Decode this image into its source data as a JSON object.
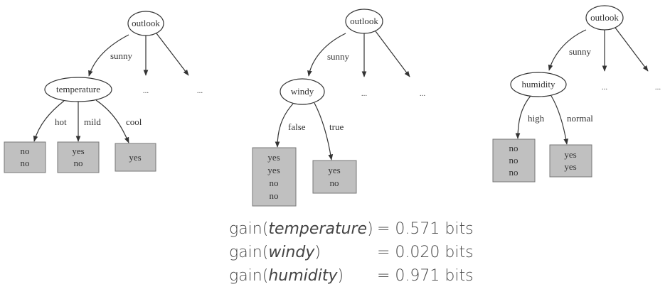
{
  "trees": [
    {
      "root": "outlook",
      "root_edge_label": "sunny",
      "other_branches": [
        "...",
        "..."
      ],
      "split_attribute": "temperature",
      "branches": [
        {
          "label": "hot",
          "leaf": [
            "no",
            "no"
          ]
        },
        {
          "label": "mild",
          "leaf": [
            "yes",
            "no"
          ]
        },
        {
          "label": "cool",
          "leaf": [
            "yes"
          ]
        }
      ]
    },
    {
      "root": "outlook",
      "root_edge_label": "sunny",
      "other_branches": [
        "...",
        "..."
      ],
      "split_attribute": "windy",
      "branches": [
        {
          "label": "false",
          "leaf": [
            "yes",
            "yes",
            "no",
            "no"
          ]
        },
        {
          "label": "true",
          "leaf": [
            "yes",
            "no"
          ]
        }
      ]
    },
    {
      "root": "outlook",
      "root_edge_label": "sunny",
      "other_branches": [
        "...",
        "..."
      ],
      "split_attribute": "humidity",
      "branches": [
        {
          "label": "high",
          "leaf": [
            "no",
            "no",
            "no"
          ]
        },
        {
          "label": "normal",
          "leaf": [
            "yes",
            "yes"
          ]
        }
      ]
    }
  ],
  "gains": [
    {
      "func": "gain(",
      "attr": "temperature",
      "close": ")",
      "value": "= 0.571 bits"
    },
    {
      "func": "gain(",
      "attr": "windy",
      "close": ")",
      "value": "= 0.020 bits"
    },
    {
      "func": "gain(",
      "attr": "humidity",
      "close": ")",
      "value": "= 0.971 bits"
    }
  ],
  "colors": {
    "leaf_fill": "#c0c0c0",
    "line": "#333333"
  }
}
